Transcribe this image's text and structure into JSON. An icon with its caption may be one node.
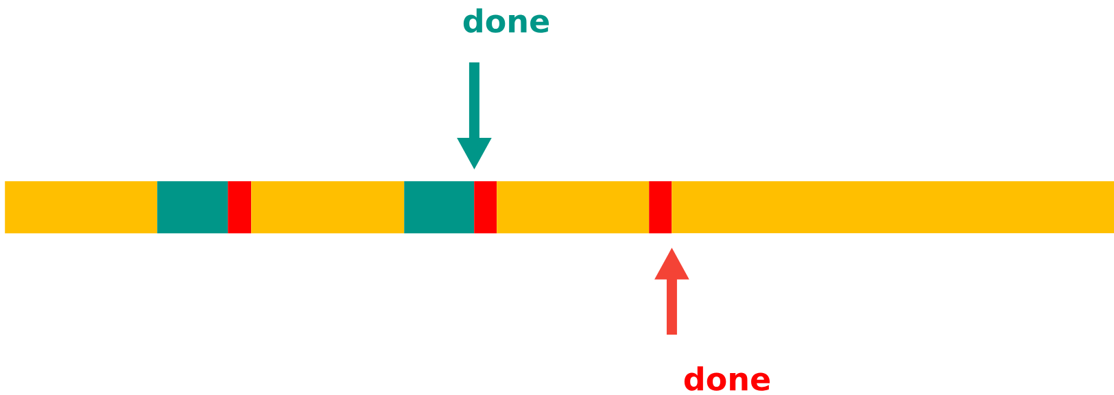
{
  "diagram": {
    "nodes": [
      {
        "text": [
          "done"
        ]
      },
      {
        "text": [],
        "shape": "bar"
      },
      {
        "text": [],
        "shape": "bar"
      },
      {
        "text": [],
        "shape": "bar"
      },
      {
        "text": [],
        "shape": "bar"
      },
      {
        "text": [],
        "shape": "bar"
      },
      {
        "text": [],
        "shape": "bar"
      },
      {
        "text": [],
        "shape": "bar"
      },
      {
        "text": [],
        "shape": "bar"
      },
      {
        "text": [],
        "shape": "bar"
      },
      {
        "text": [
          "done"
        ]
      }
    ],
    "edges": [
      {
        "from": 0,
        "to": 5,
        "arrow": "to",
        "color": "#009688"
      },
      {
        "from": 10,
        "to": 8,
        "arrow": "to",
        "color": "#f44336"
      }
    ]
  }
}
